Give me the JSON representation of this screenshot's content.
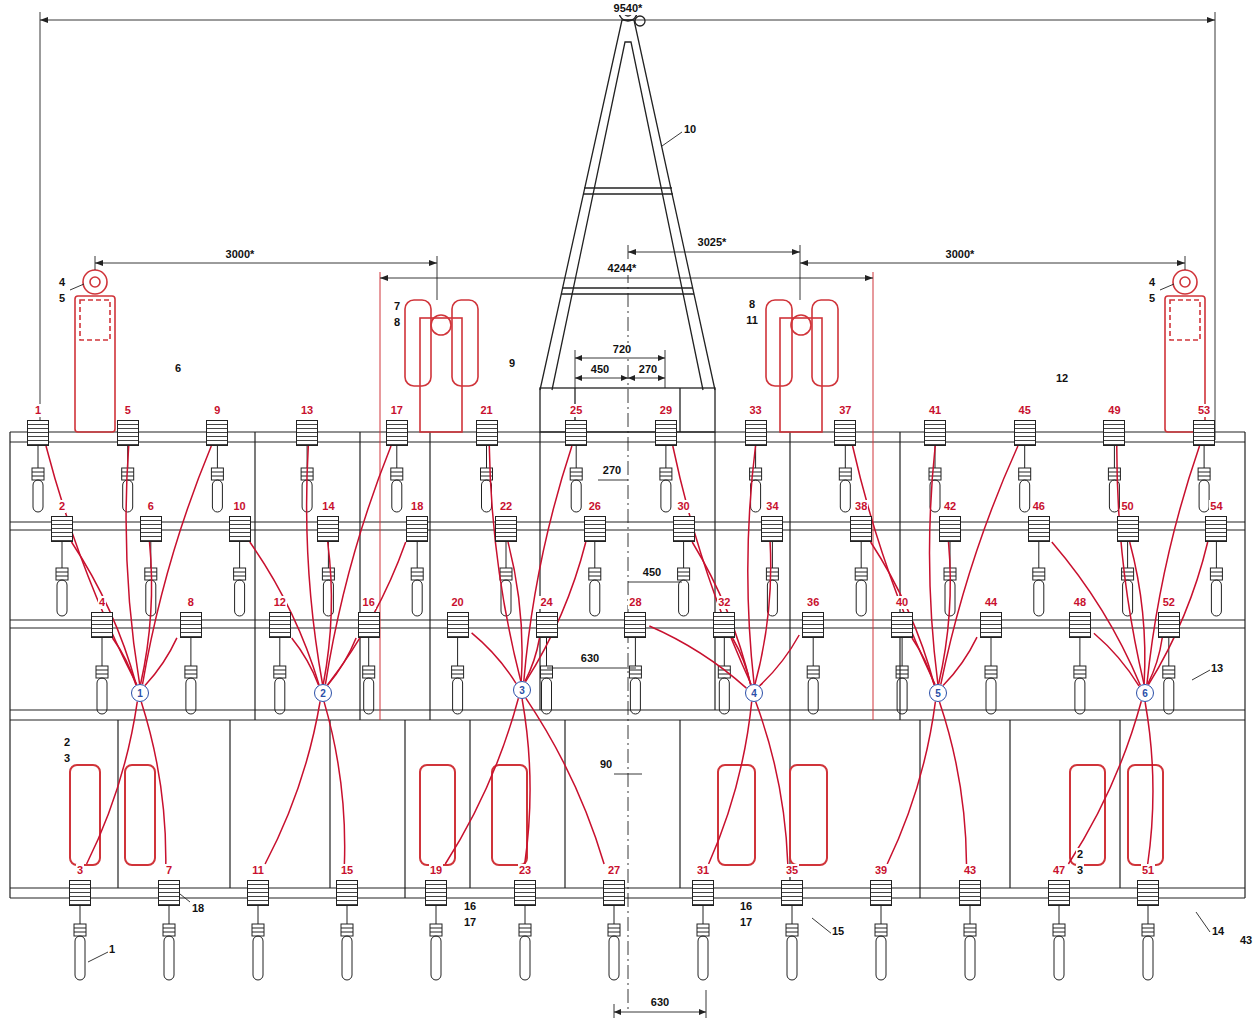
{
  "diagram": {
    "nodes": [
      {
        "text": [
          "1"
        ]
      },
      {
        "text": [
          "2"
        ]
      },
      {
        "text": [
          "3"
        ]
      },
      {
        "text": [
          "4"
        ]
      },
      {
        "text": [
          "5"
        ]
      },
      {
        "text": [
          "6"
        ]
      },
      {
        "text": [
          "7"
        ]
      },
      {
        "text": [
          "8"
        ]
      },
      {
        "text": [
          "9"
        ]
      },
      {
        "text": [
          "10"
        ]
      },
      {
        "text": [
          "11"
        ]
      },
      {
        "text": [
          "12"
        ]
      },
      {
        "text": [
          "13"
        ]
      },
      {
        "text": [
          "14"
        ]
      },
      {
        "text": [
          "15"
        ]
      },
      {
        "text": [
          "16"
        ]
      },
      {
        "text": [
          "17"
        ]
      },
      {
        "text": [
          "18"
        ]
      },
      {
        "text": [
          "19"
        ]
      },
      {
        "text": [
          "20"
        ]
      },
      {
        "text": [
          "21"
        ]
      },
      {
        "text": [
          "22"
        ]
      },
      {
        "text": [
          "23"
        ]
      },
      {
        "text": [
          "24"
        ]
      },
      {
        "text": [
          "25"
        ]
      },
      {
        "text": [
          "26"
        ]
      },
      {
        "text": [
          "27"
        ]
      },
      {
        "text": [
          "28"
        ]
      },
      {
        "text": [
          "29"
        ]
      },
      {
        "text": [
          "30"
        ]
      },
      {
        "text": [
          "31"
        ]
      },
      {
        "text": [
          "32"
        ]
      },
      {
        "text": [
          "33"
        ]
      },
      {
        "text": [
          "34"
        ]
      },
      {
        "text": [
          "35"
        ]
      },
      {
        "text": [
          "36"
        ]
      },
      {
        "text": [
          "37"
        ]
      },
      {
        "text": [
          "38"
        ]
      },
      {
        "text": [
          "39"
        ]
      },
      {
        "text": [
          "40"
        ]
      },
      {
        "text": [
          "41"
        ]
      },
      {
        "text": [
          "42"
        ]
      },
      {
        "text": [
          "43"
        ]
      },
      {
        "text": [
          "44"
        ]
      },
      {
        "text": [
          "45"
        ]
      },
      {
        "text": [
          "46"
        ]
      },
      {
        "text": [
          "47"
        ]
      },
      {
        "text": [
          "48"
        ]
      },
      {
        "text": [
          "49"
        ]
      },
      {
        "text": [
          "50"
        ]
      },
      {
        "text": [
          "51"
        ]
      },
      {
        "text": [
          "52"
        ]
      },
      {
        "text": [
          "53"
        ]
      },
      {
        "text": [
          "54"
        ]
      },
      {
        "text": [
          "1"
        ]
      },
      {
        "text": [
          "2"
        ]
      },
      {
        "text": [
          "3"
        ]
      },
      {
        "text": [
          "4"
        ]
      },
      {
        "text": [
          "5"
        ]
      },
      {
        "text": [
          "6"
        ]
      }
    ],
    "edges": [
      {
        "from": 54,
        "to": 0,
        "arrow": "none"
      },
      {
        "from": 54,
        "to": 1,
        "arrow": "none"
      },
      {
        "from": 54,
        "to": 2,
        "arrow": "none"
      },
      {
        "from": 54,
        "to": 3,
        "arrow": "none"
      },
      {
        "from": 54,
        "to": 4,
        "arrow": "none"
      },
      {
        "from": 54,
        "to": 5,
        "arrow": "none"
      },
      {
        "from": 54,
        "to": 6,
        "arrow": "none"
      },
      {
        "from": 54,
        "to": 7,
        "arrow": "none"
      },
      {
        "from": 54,
        "to": 8,
        "arrow": "none"
      },
      {
        "from": 55,
        "to": 9,
        "arrow": "none"
      },
      {
        "from": 55,
        "to": 10,
        "arrow": "none"
      },
      {
        "from": 55,
        "to": 11,
        "arrow": "none"
      },
      {
        "from": 55,
        "to": 12,
        "arrow": "none"
      },
      {
        "from": 55,
        "to": 13,
        "arrow": "none"
      },
      {
        "from": 55,
        "to": 14,
        "arrow": "none"
      },
      {
        "from": 55,
        "to": 15,
        "arrow": "none"
      },
      {
        "from": 55,
        "to": 16,
        "arrow": "none"
      },
      {
        "from": 55,
        "to": 17,
        "arrow": "none"
      },
      {
        "from": 56,
        "to": 18,
        "arrow": "none"
      },
      {
        "from": 56,
        "to": 19,
        "arrow": "none"
      },
      {
        "from": 56,
        "to": 20,
        "arrow": "none"
      },
      {
        "from": 56,
        "to": 21,
        "arrow": "none"
      },
      {
        "from": 56,
        "to": 22,
        "arrow": "none"
      },
      {
        "from": 56,
        "to": 23,
        "arrow": "none"
      },
      {
        "from": 56,
        "to": 24,
        "arrow": "none"
      },
      {
        "from": 56,
        "to": 25,
        "arrow": "none"
      },
      {
        "from": 56,
        "to": 26,
        "arrow": "none"
      },
      {
        "from": 57,
        "to": 27,
        "arrow": "none"
      },
      {
        "from": 57,
        "to": 28,
        "arrow": "none"
      },
      {
        "from": 57,
        "to": 29,
        "arrow": "none"
      },
      {
        "from": 57,
        "to": 30,
        "arrow": "none"
      },
      {
        "from": 57,
        "to": 31,
        "arrow": "none"
      },
      {
        "from": 57,
        "to": 32,
        "arrow": "none"
      },
      {
        "from": 57,
        "to": 33,
        "arrow": "none"
      },
      {
        "from": 57,
        "to": 34,
        "arrow": "none"
      },
      {
        "from": 57,
        "to": 35,
        "arrow": "none"
      },
      {
        "from": 58,
        "to": 36,
        "arrow": "none"
      },
      {
        "from": 58,
        "to": 37,
        "arrow": "none"
      },
      {
        "from": 58,
        "to": 38,
        "arrow": "none"
      },
      {
        "from": 58,
        "to": 39,
        "arrow": "none"
      },
      {
        "from": 58,
        "to": 40,
        "arrow": "none"
      },
      {
        "from": 58,
        "to": 41,
        "arrow": "none"
      },
      {
        "from": 58,
        "to": 42,
        "arrow": "none"
      },
      {
        "from": 58,
        "to": 43,
        "arrow": "none"
      },
      {
        "from": 58,
        "to": 44,
        "arrow": "none"
      },
      {
        "from": 59,
        "to": 45,
        "arrow": "none"
      },
      {
        "from": 59,
        "to": 46,
        "arrow": "none"
      },
      {
        "from": 59,
        "to": 47,
        "arrow": "none"
      },
      {
        "from": 59,
        "to": 48,
        "arrow": "none"
      },
      {
        "from": 59,
        "to": 49,
        "arrow": "none"
      },
      {
        "from": 59,
        "to": 50,
        "arrow": "none"
      },
      {
        "from": 59,
        "to": 51,
        "arrow": "none"
      },
      {
        "from": 59,
        "to": 52,
        "arrow": "none"
      },
      {
        "from": 59,
        "to": 53,
        "arrow": "none"
      }
    ],
    "labels": [
      "9540*",
      "10",
      "3000*",
      "3025*",
      "4244*",
      "3000*",
      "4",
      "5",
      "4",
      "5",
      "7",
      "8",
      "8",
      "11",
      "6",
      "9",
      "12",
      "720",
      "450",
      "270",
      "270",
      "450",
      "630",
      "90",
      "13",
      "2",
      "3",
      "16",
      "17",
      "16",
      "17",
      "2",
      "3",
      "15",
      "14",
      "43",
      "18",
      "1",
      "630"
    ]
  }
}
